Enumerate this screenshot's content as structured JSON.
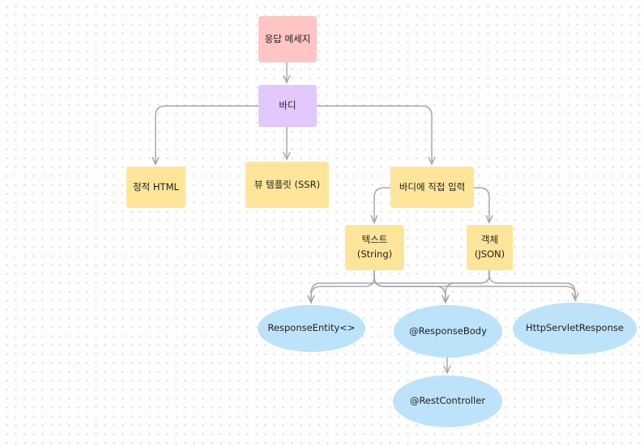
{
  "nodes": {
    "response_message": "응답 메세지",
    "body": "바디",
    "static_html": "정적 HTML",
    "view_template": "뷰 템플릿 (SSR)",
    "direct_input": "바디에 직접 입력",
    "text": "텍스트\n(String)",
    "object": "객체\n(JSON)",
    "response_entity": "ResponseEntity<>",
    "response_body": "@ResponseBody",
    "http_servlet_response": "HttpServletResponse",
    "rest_controller": "@RestController"
  },
  "colors": {
    "root": "#ffc4c4",
    "body": "#e2c8fd",
    "category": "#ffe59a",
    "method": "#bde3fb",
    "edge": "#a8a8a8"
  }
}
